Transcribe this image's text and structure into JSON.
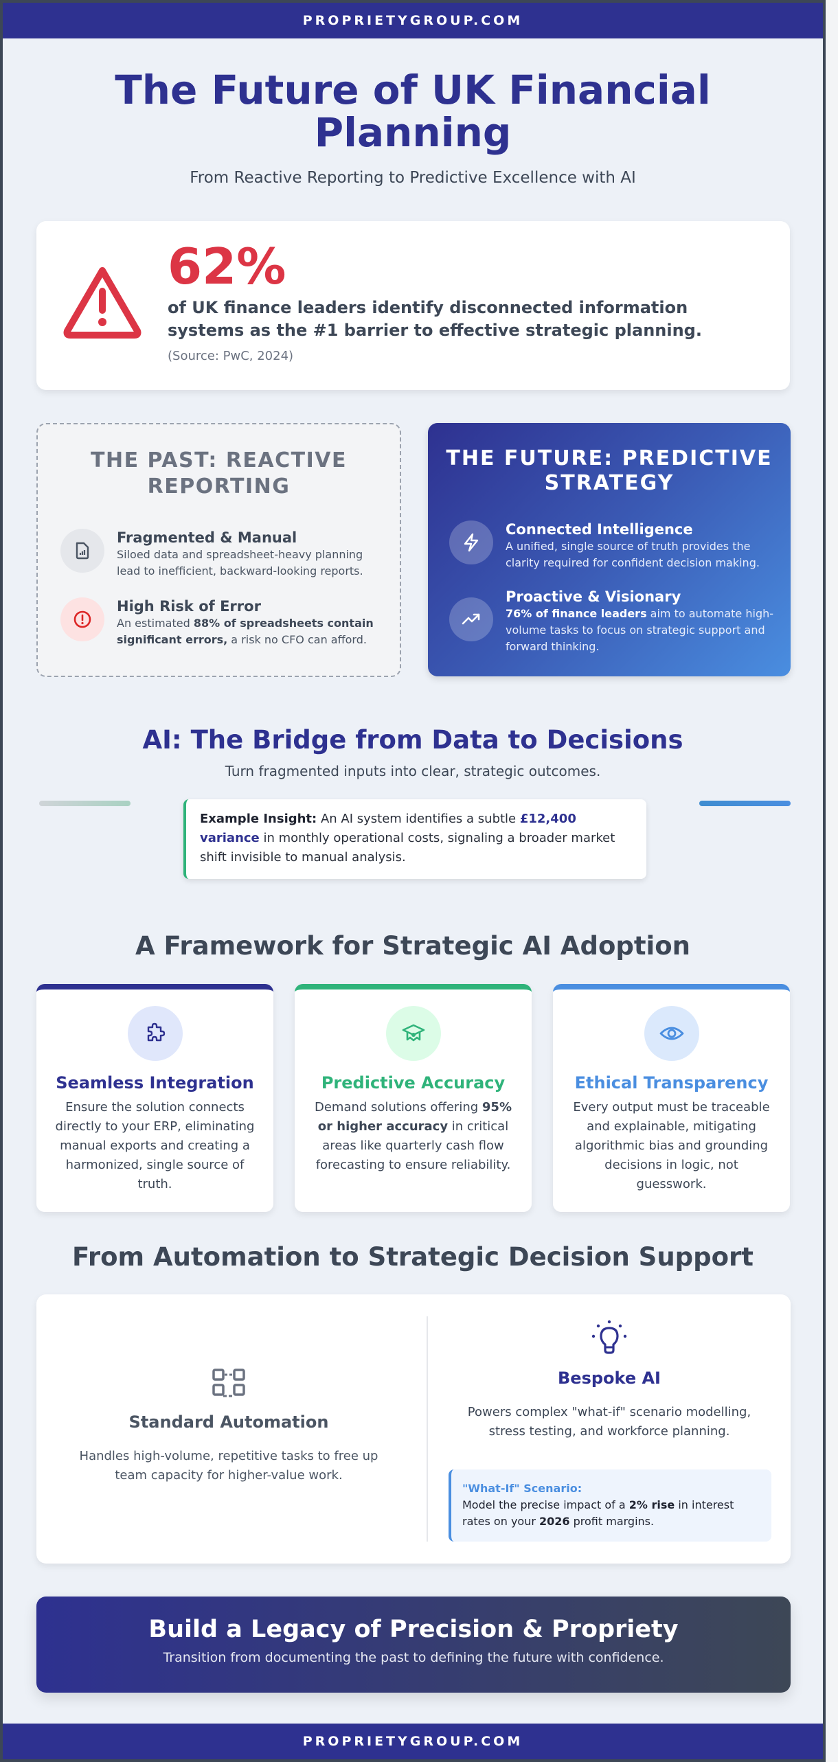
{
  "brand": {
    "top": "PROPRIETYGROUP.COM",
    "bottom": "PROPRIETYGROUP.COM"
  },
  "hero": {
    "title": "The Future of UK Financial Planning",
    "subtitle": "From Reactive Reporting to Predictive Excellence with AI"
  },
  "stat": {
    "icon": "warning-triangle-icon",
    "value": "62%",
    "description": "of UK finance leaders identify disconnected information systems as the #1 barrier to effective strategic planning.",
    "source": "(Source: PwC, 2024)",
    "color": "#dc3545"
  },
  "past": {
    "title": "THE PAST: REACTIVE REPORTING",
    "items": [
      {
        "icon": "file-chart-icon",
        "title": "Fragmented & Manual",
        "text": "Siloed data and spreadsheet-heavy planning lead to inefficient, backward-looking reports."
      },
      {
        "icon": "alert-circle-icon",
        "title": "High Risk of Error",
        "text_pre": "An estimated ",
        "text_bold": "88% of spreadsheets contain significant errors,",
        "text_post": " a risk no CFO can afford."
      }
    ]
  },
  "future": {
    "title": "THE FUTURE: PREDICTIVE STRATEGY",
    "items": [
      {
        "icon": "lightning-bolt-icon",
        "title": "Connected Intelligence",
        "text": "A unified, single source of truth provides the clarity required for confident decision making."
      },
      {
        "icon": "trending-up-icon",
        "title": "Proactive & Visionary",
        "text_bold": "76% of finance leaders",
        "text_post": " aim to automate high-volume tasks to focus on strategic support and forward thinking."
      }
    ]
  },
  "bridge": {
    "title": "AI: The Bridge from Data to Decisions",
    "subtitle": "Turn fragmented inputs into clear, strategic outcomes.",
    "insight": {
      "label": "Example Insight:",
      "pre": " An AI system identifies a subtle ",
      "highlight": "£12,400 variance",
      "post": " in monthly operational costs, signaling a broader market shift invisible to manual analysis."
    }
  },
  "framework": {
    "title": "A Framework for Strategic AI Adoption",
    "cards": [
      {
        "icon": "puzzle-icon",
        "title": "Seamless Integration",
        "text": "Ensure the solution connects directly to your ERP, eliminating manual exports and creating a harmonized, single source of truth.",
        "color": "#2e3190",
        "bg": "#e0e7fb"
      },
      {
        "icon": "graduation-cap-icon",
        "title": "Predictive Accuracy",
        "text_pre": "Demand solutions offering ",
        "text_bold": "95% or higher accuracy",
        "text_post": " in critical areas like quarterly cash flow forecasting to ensure reliability.",
        "color": "#2fb37a",
        "bg": "#dcfce7"
      },
      {
        "icon": "eye-icon",
        "title": "Ethical Transparency",
        "text": "Every output must be traceable and explainable, mitigating algorithmic bias and grounding decisions in logic, not guesswork.",
        "color": "#4a8ee0",
        "bg": "#dbe9fc"
      }
    ]
  },
  "automation": {
    "title": "From Automation to Strategic Decision Support",
    "standard": {
      "icon": "sitemap-icon",
      "title": "Standard Automation",
      "text": "Handles high-volume, repetitive tasks to free up team capacity for higher-value work."
    },
    "bespoke": {
      "icon": "lightbulb-icon",
      "title": "Bespoke AI",
      "text": "Powers complex \"what-if\" scenario modelling, stress testing, and workforce planning.",
      "scenario": {
        "label": "\"What-If\" Scenario:",
        "pre": "Model the precise impact of a ",
        "bold1": "2% rise",
        "mid": " in interest rates on your ",
        "bold2": "2026",
        "post": " profit margins."
      }
    }
  },
  "cta": {
    "title": "Build a Legacy of Precision & Propriety",
    "subtitle": "Transition from documenting the past to defining the future with confidence."
  }
}
